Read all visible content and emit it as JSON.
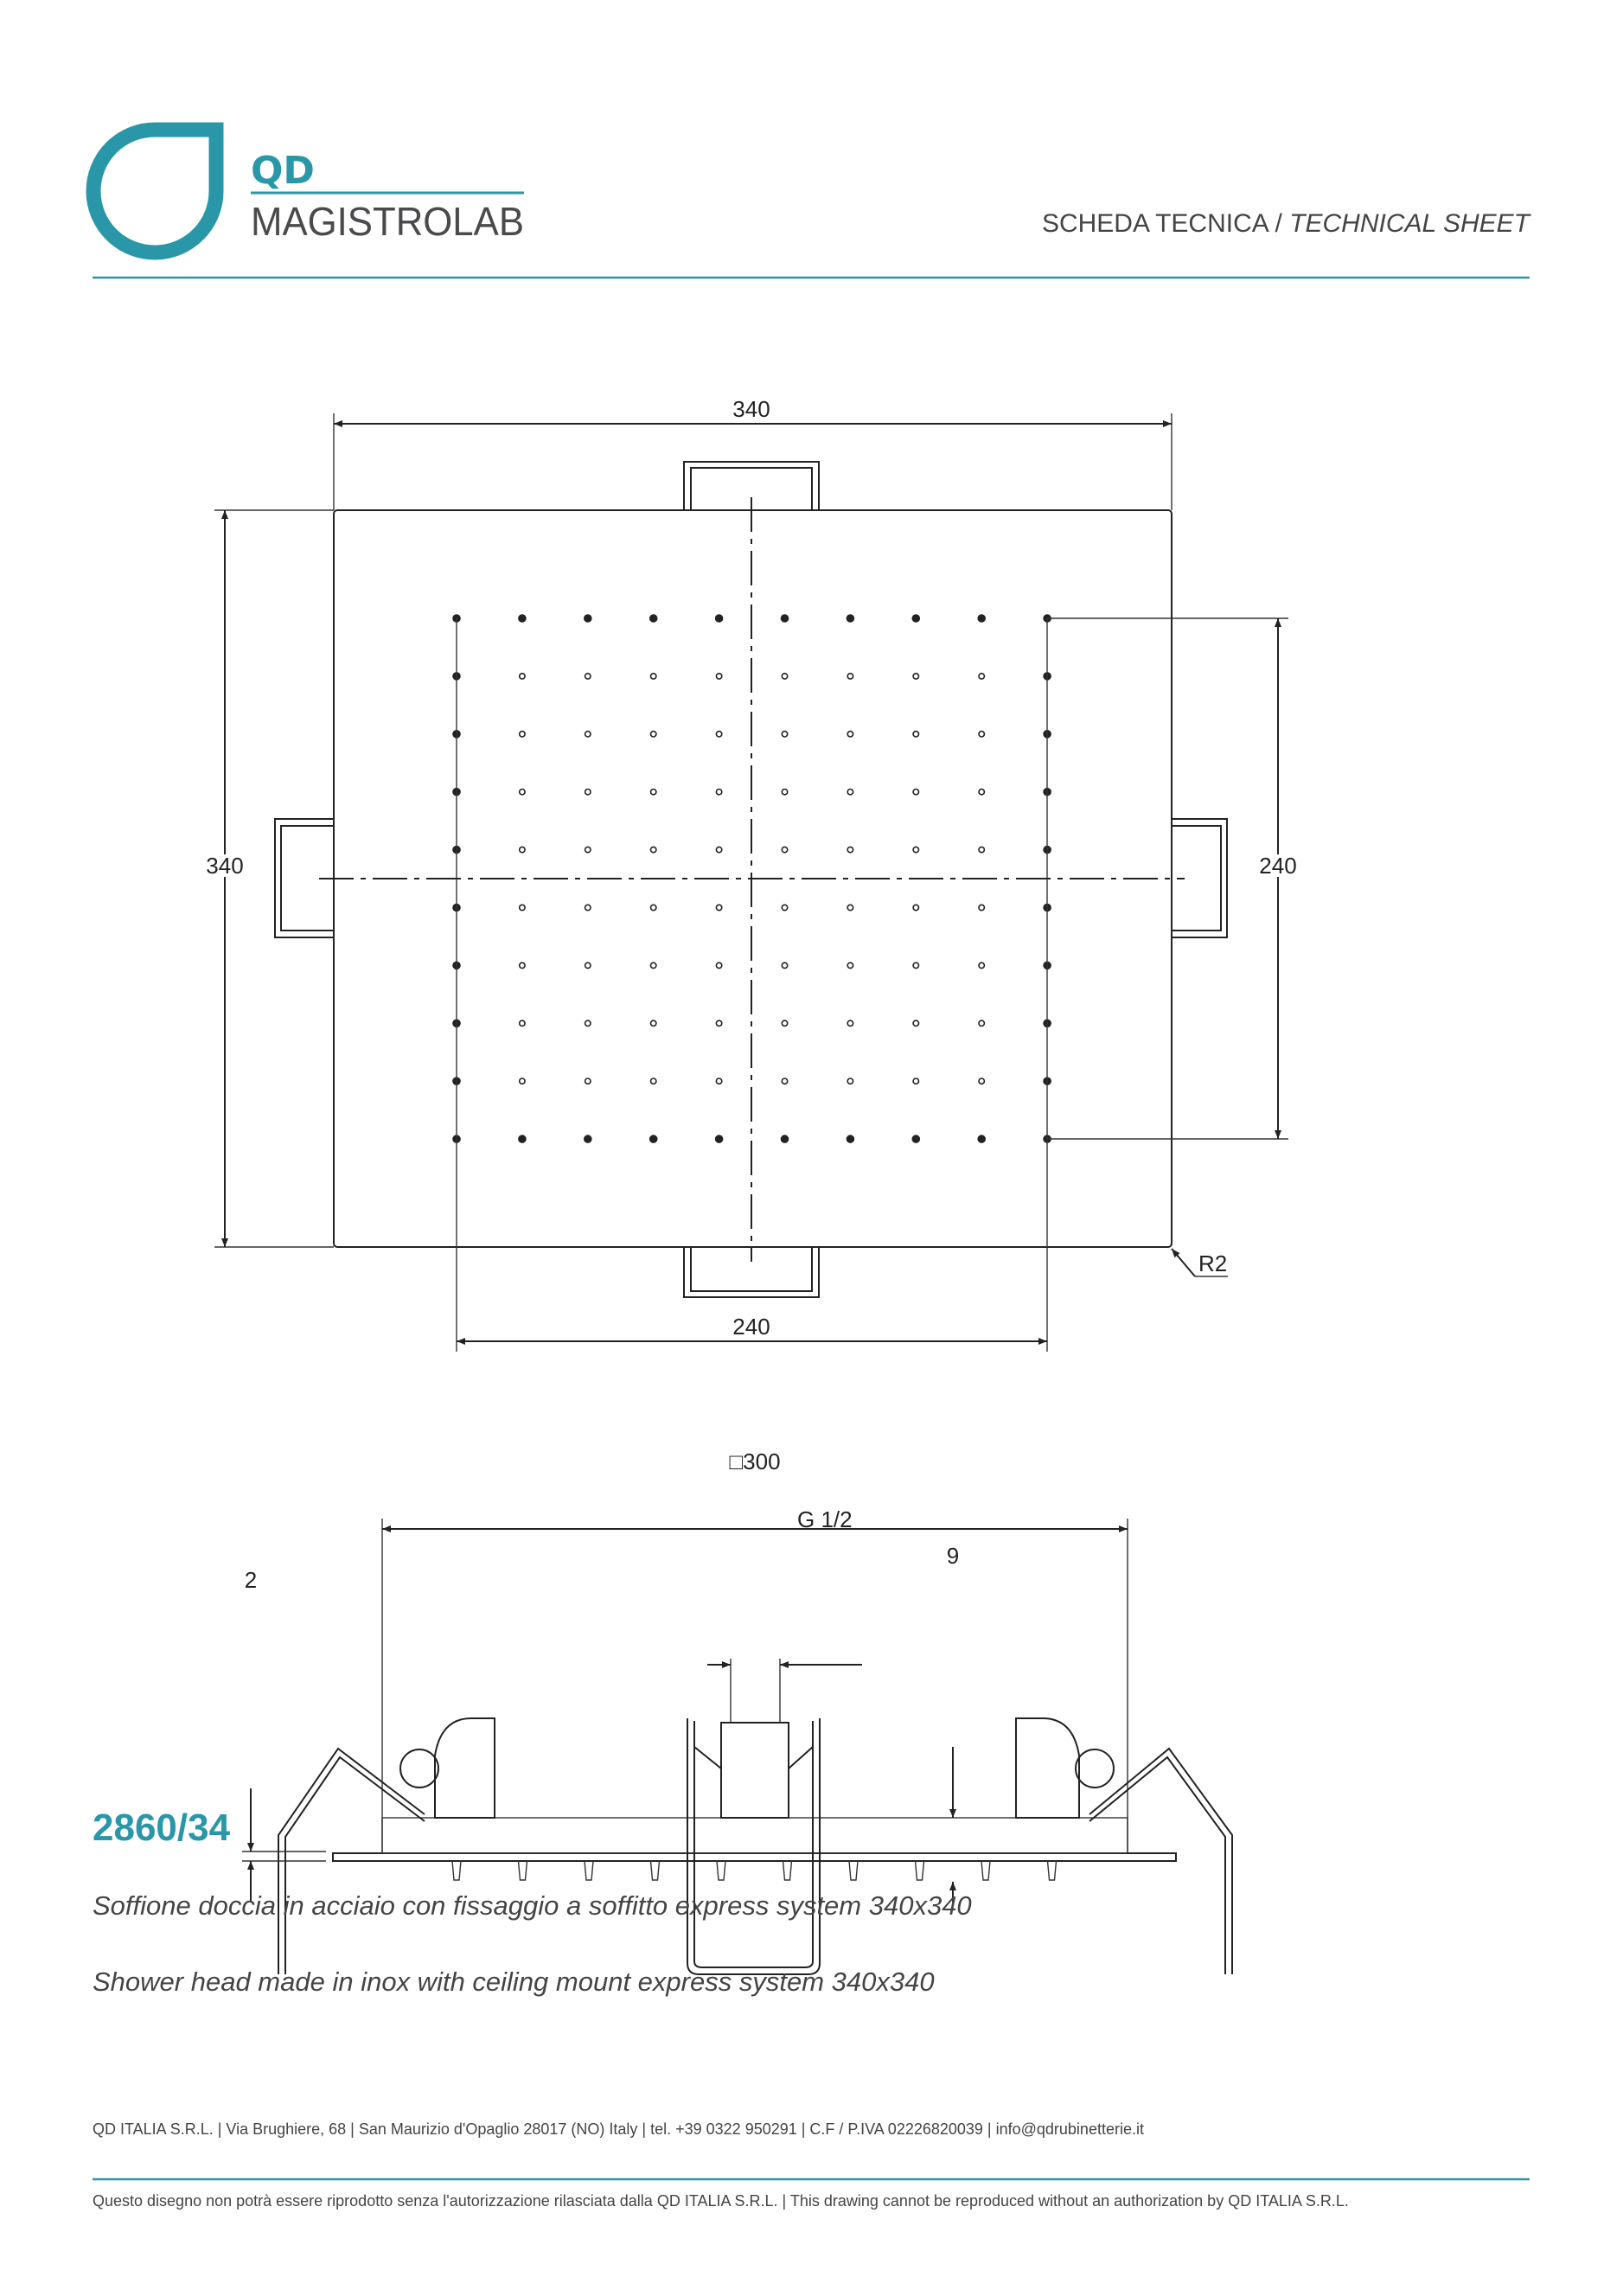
{
  "brand": {
    "logo_top": "QD",
    "logo_bottom": "MAGISTROLAB",
    "color": "#2a97a8"
  },
  "header": {
    "title_it": "SCHEDA TECNICA",
    "separator": "/",
    "title_en": "TECHNICAL SHEET"
  },
  "drawing": {
    "top_view": {
      "width_label": "340",
      "height_label": "340",
      "grid_height_label": "240",
      "grid_width_label": "240",
      "radius_label": "R2",
      "nozzle_rows": 10,
      "nozzle_cols": 10
    },
    "side_view": {
      "width_label": "□300",
      "thread_label": "G 1/2",
      "height_label": "9",
      "plate_label": "2"
    }
  },
  "product": {
    "code": "2860/34",
    "description_it": "Soffione doccia in acciaio con fissaggio a soffitto express system 340x340",
    "description_en": "Shower head made in inox with ceiling mount express system 340x340"
  },
  "footer": {
    "company": "QD ITALIA S.R.L. | Via Brughiere, 68 | San Maurizio d'Opaglio 28017 (NO) Italy | tel. +39 0322 950291 | C.F / P.IVA 02226820039 | info@qdrubinetterie.it",
    "disclaimer": "Questo disegno non potrà essere riprodotto senza l'autorizzazione rilasciata dalla QD ITALIA S.R.L. | This drawing cannot be reproduced without an authorization by QD ITALIA S.R.L."
  }
}
